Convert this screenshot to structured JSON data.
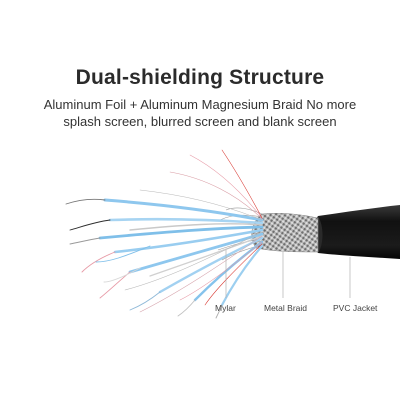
{
  "heading": {
    "title": "Dual-shielding Structure",
    "subtitle_line1": "Aluminum Foil + Aluminum Magnesium Braid No more",
    "subtitle_line2": "splash screen, blurred screen and blank screen"
  },
  "callouts": {
    "mylar": "Mylar",
    "metal_braid": "Metal Braid",
    "pvc_jacket": "PVC Jacket"
  },
  "colors": {
    "background": "#ffffff",
    "jacket": "#1a1a1a",
    "braid": "#9a9a9a",
    "foil": "#8ec7ee",
    "wire_pink": "#e79aa6",
    "wire_red": "#d8362f"
  }
}
